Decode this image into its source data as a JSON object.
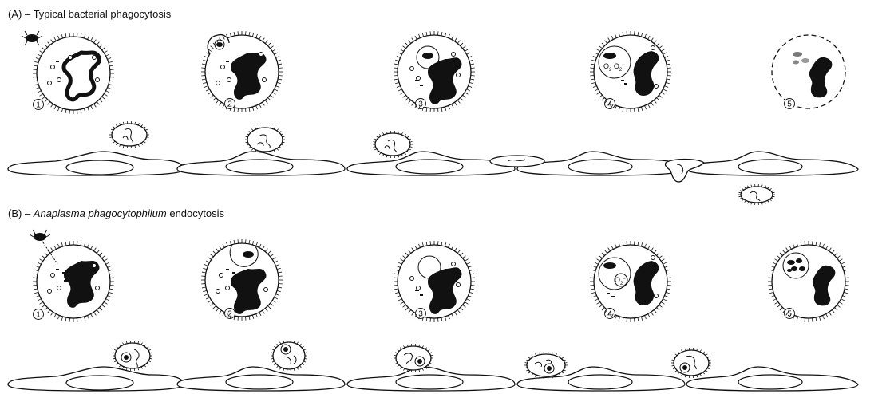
{
  "panel_a": {
    "prefix": "(A) – ",
    "title": "Typical bacterial phagocytosis",
    "steps": [
      "1",
      "2",
      "3",
      "4",
      "5"
    ],
    "ros_label": "O",
    "ros_sub": "2",
    "ros_sup": "−"
  },
  "panel_b": {
    "prefix": "(B) – ",
    "title_italic": "Anaplasma phagocytophilum",
    "title_rest": " endocytosis",
    "steps": [
      "1",
      "2",
      "3",
      "4",
      "5"
    ],
    "ros_label": "O",
    "ros_sub": "2",
    "ros_sup": "−"
  }
}
